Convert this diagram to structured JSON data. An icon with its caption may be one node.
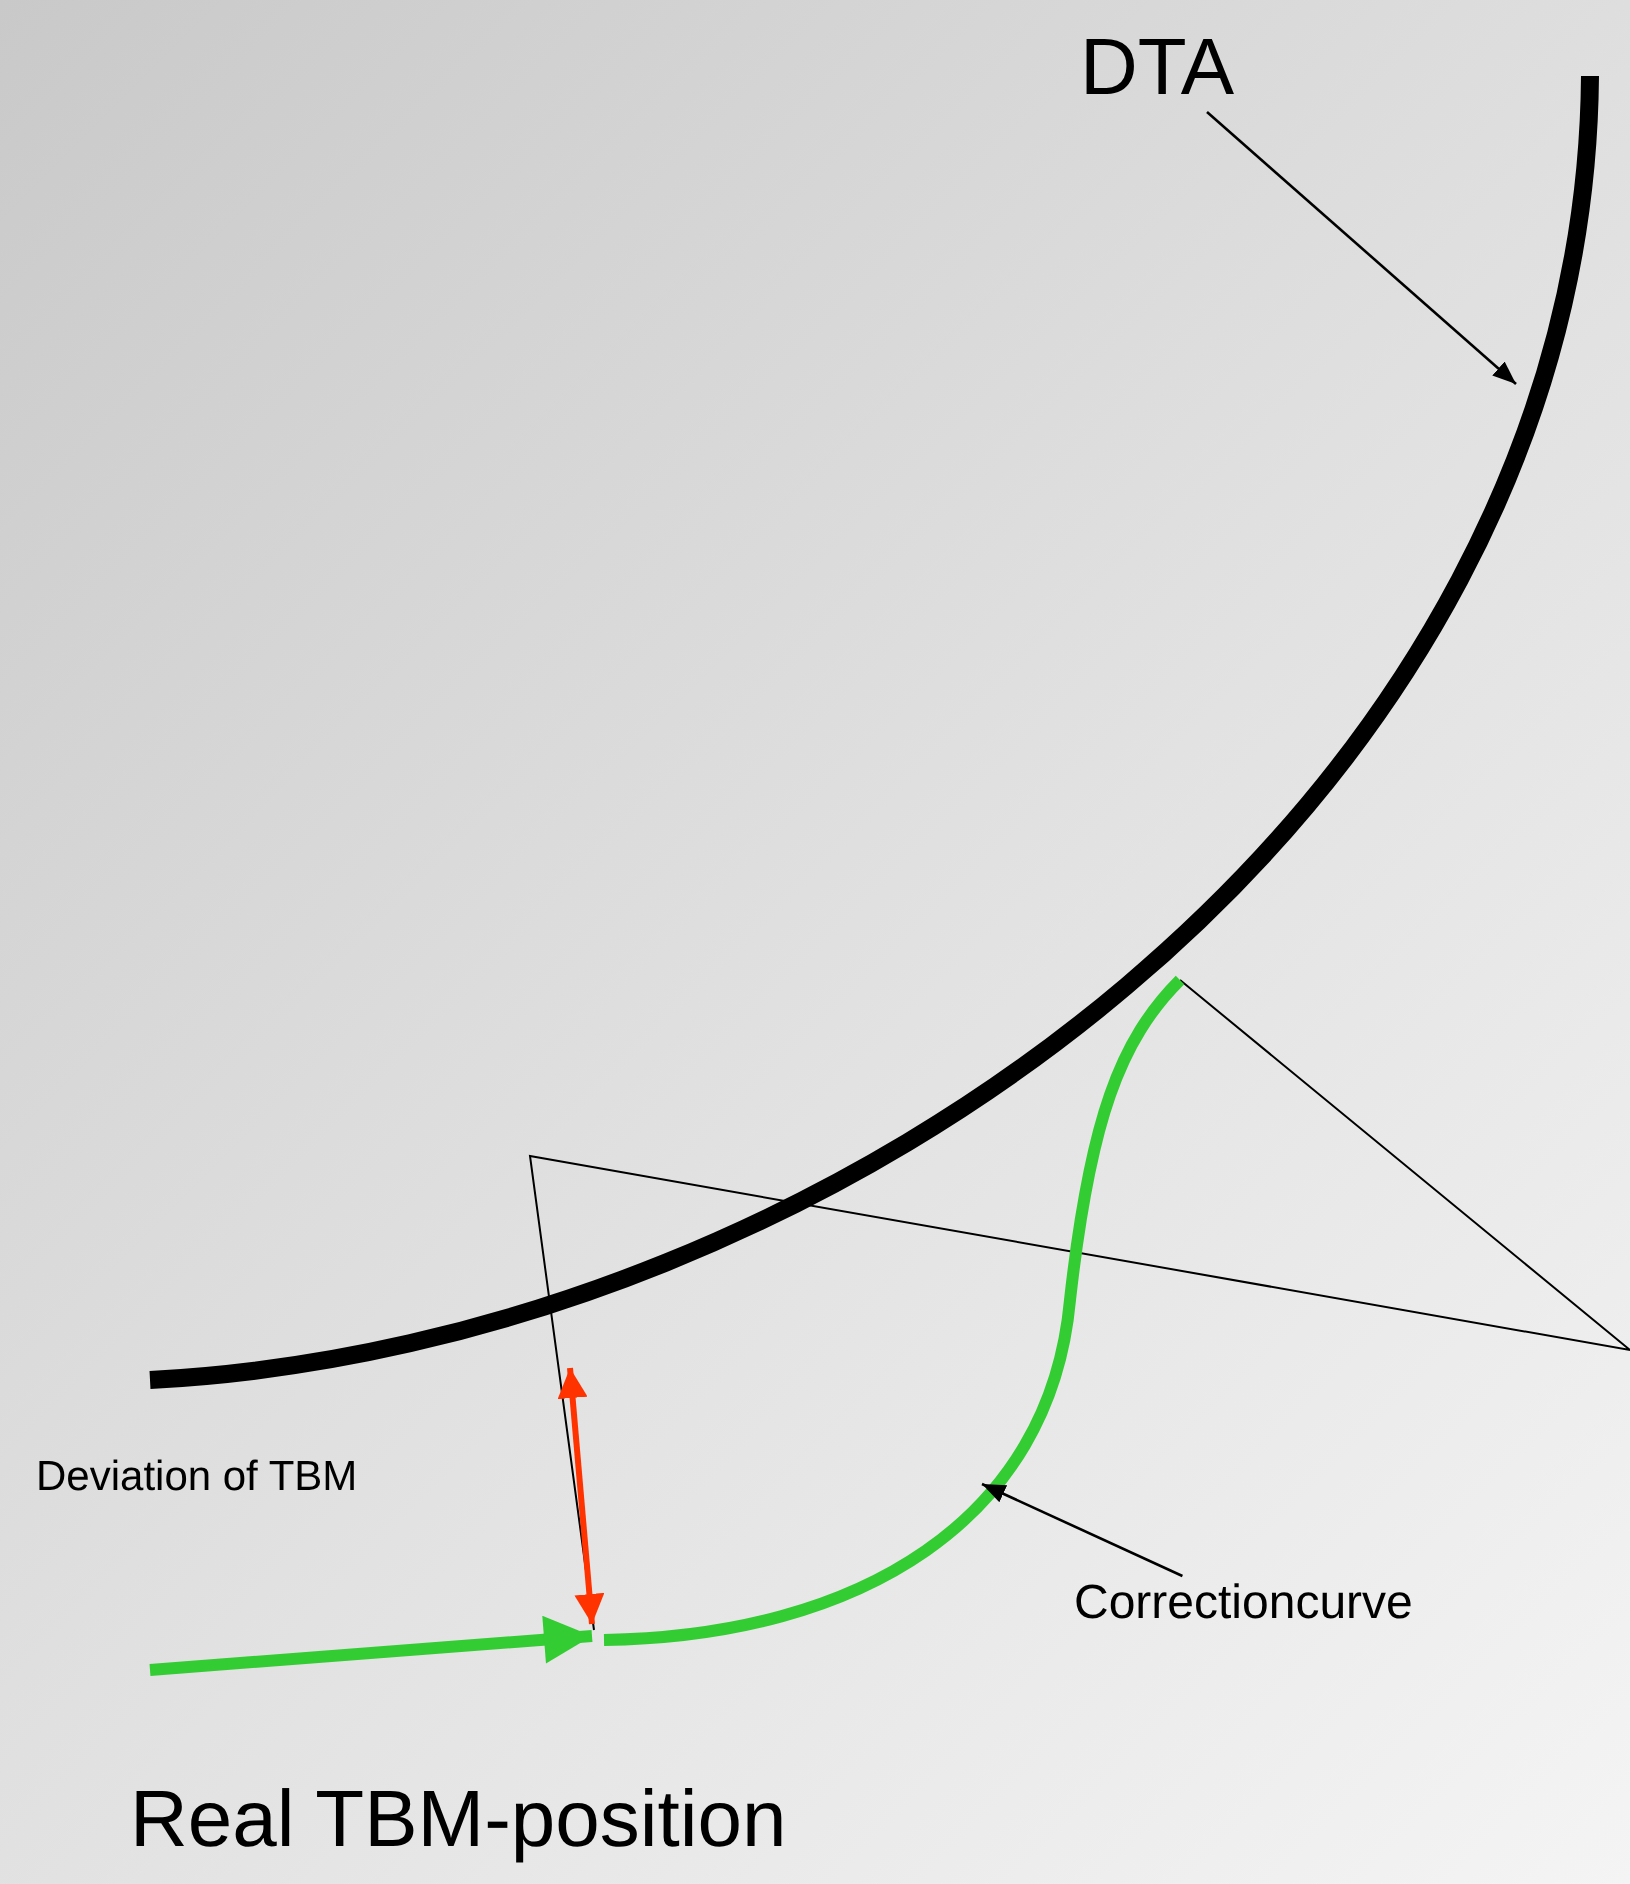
{
  "diagram": {
    "nodes": [
      {
        "text": [
          "DTA"
        ]
      },
      {
        "text": [],
        "shape": "curve"
      },
      {
        "text": [
          "Correctioncurve"
        ]
      },
      {
        "text": [],
        "shape": "curve"
      }
    ],
    "edges": [
      {
        "from": 0,
        "to": 1,
        "arrow": "to"
      },
      {
        "from": 2,
        "to": 3,
        "arrow": "to"
      },
      {
        "from": null,
        "to": 3,
        "arrow": "to",
        "style": "thick",
        "color": "#33cc33"
      }
    ],
    "labels": [
      "Deviation of TBM",
      "Real TBM-position"
    ]
  }
}
